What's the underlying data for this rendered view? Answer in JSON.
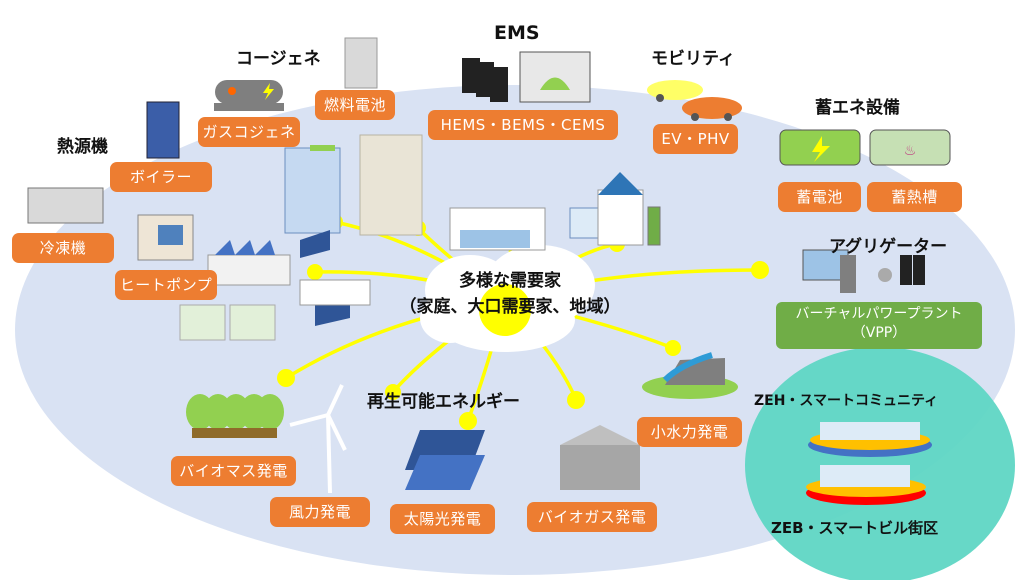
{
  "diagram": {
    "center": {
      "line1": "多様な需要家",
      "line2": "（家庭、大口需要家、地域）"
    },
    "groups": {
      "cogen": {
        "heading": "コージェネ",
        "items": [
          "ガスコジェネ",
          "燃料電池"
        ]
      },
      "heat_source": {
        "heading": "熱源機",
        "items": [
          "ボイラー",
          "冷凍機",
          "ヒートポンプ"
        ]
      },
      "ems": {
        "heading": "EMS",
        "items": [
          "HEMS・BEMS・CEMS"
        ]
      },
      "mobility": {
        "heading": "モビリティ",
        "items": [
          "EV・PHV"
        ]
      },
      "storage": {
        "heading": "蓄エネ設備",
        "items": [
          "蓄電池",
          "蓄熱槽"
        ]
      },
      "aggregator": {
        "heading": "アグリゲーター",
        "vpp_line1": "バーチャルパワープラント",
        "vpp_line2": "（VPP）"
      },
      "renewable": {
        "heading": "再生可能エネルギー",
        "items": [
          "バイオマス発電",
          "風力発電",
          "太陽光発電",
          "バイオガス発電",
          "小水力発電"
        ]
      },
      "smart": {
        "heading_top": "ZEH・スマートコミュニティ",
        "heading_bottom": "ZEB・スマートビル街区"
      }
    },
    "colors": {
      "label_orange": "#ed7d31",
      "vpp_green": "#70ad47",
      "ellipse_blue": "#d9e2f3",
      "teal": "#5fd6c4",
      "connector_yellow": "#ffff00"
    }
  }
}
